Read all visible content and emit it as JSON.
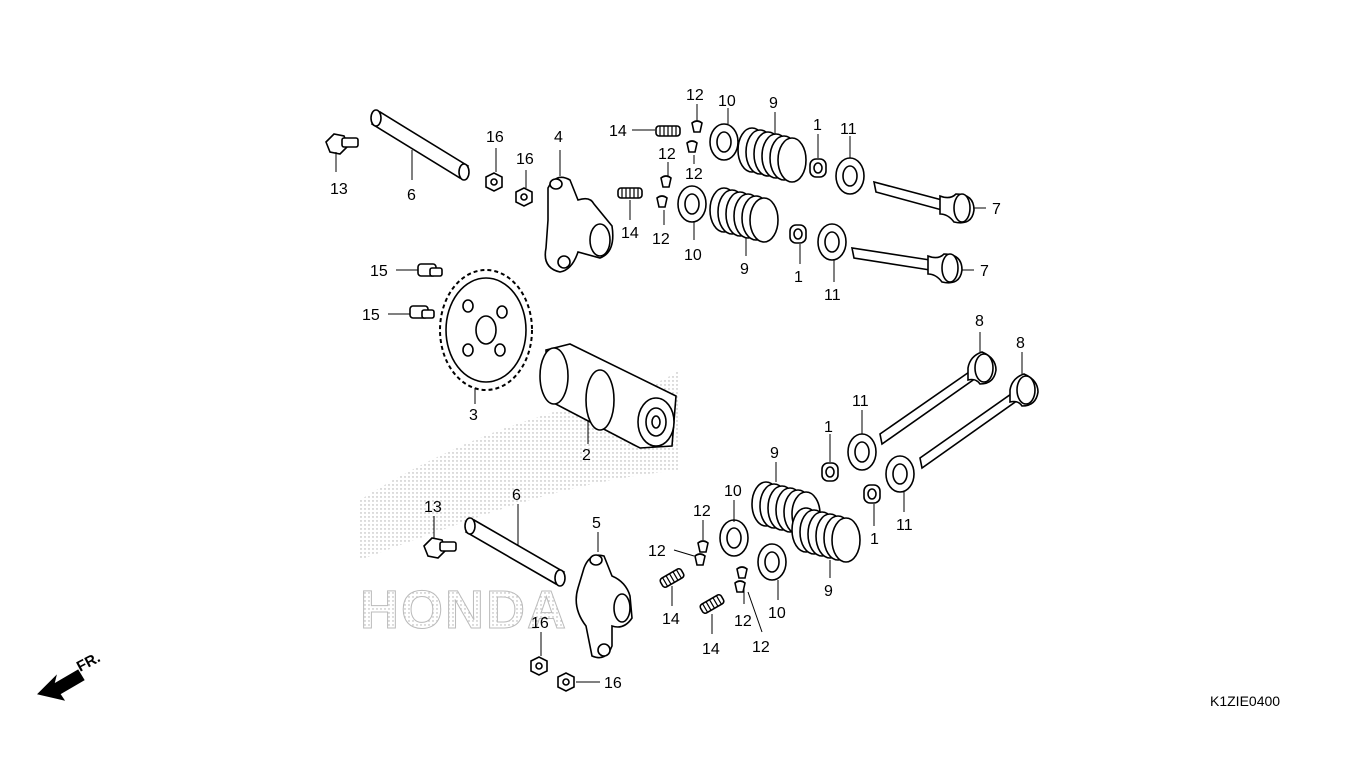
{
  "diagram_code": "K1ZIE0400",
  "direction_label": "FR.",
  "watermark": "HONDA",
  "labels": {
    "bolt_upper": "13",
    "bolt_lower": "13",
    "shaft_upper": "6",
    "shaft_lower": "6",
    "nut_upper_a": "16",
    "nut_upper_b": "16",
    "nut_lower_a": "16",
    "nut_lower_b": "16",
    "rocker_arm_upper": "4",
    "rocker_arm_lower": "5",
    "bolt_15_a": "15",
    "bolt_15_b": "15",
    "cam_sprocket": "3",
    "camshaft": "2",
    "adjuster_14_a": "14",
    "adjuster_14_b": "14",
    "adjuster_14_c": "14",
    "adjuster_14_d": "14",
    "cotter_12_a": "12",
    "cotter_12_b": "12",
    "cotter_12_c": "12",
    "cotter_12_d": "12",
    "cotter_12_e": "12",
    "cotter_12_f": "12",
    "cotter_12_g": "12",
    "cotter_12_h": "12",
    "retainer_10_a": "10",
    "retainer_10_b": "10",
    "retainer_10_c": "10",
    "retainer_10_d": "10",
    "spring_9_a": "9",
    "spring_9_b": "9",
    "spring_9_c": "9",
    "spring_9_d": "9",
    "seal_1_a": "1",
    "seal_1_b": "1",
    "seal_1_c": "1",
    "seal_1_d": "1",
    "seat_11_a": "11",
    "seat_11_b": "11",
    "seat_11_c": "11",
    "seat_11_d": "11",
    "intake_valve_a": "7",
    "intake_valve_b": "7",
    "exhaust_valve_a": "8",
    "exhaust_valve_b": "8"
  }
}
